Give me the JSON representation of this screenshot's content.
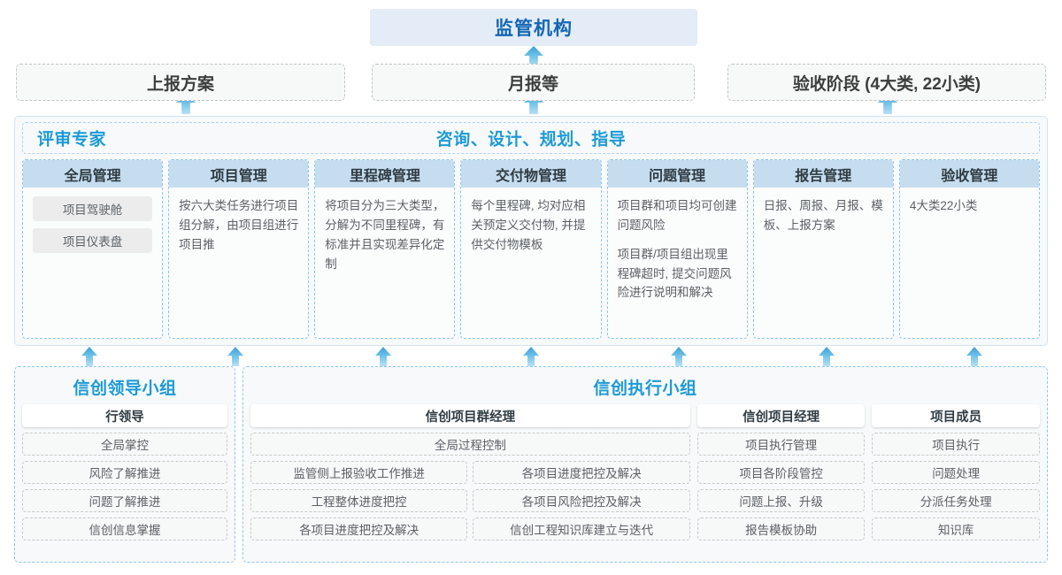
{
  "top": {
    "title": "监管机构"
  },
  "reports": [
    {
      "label": "上报方案"
    },
    {
      "label": "月报等"
    },
    {
      "label": "验收阶段 (4大类, 22小类)"
    }
  ],
  "middle": {
    "label_left": "评审专家",
    "label_center": "咨询、设计、规划、指导",
    "columns": [
      {
        "head": "全局管理",
        "chips": [
          "项目驾驶舱",
          "项目仪表盘"
        ],
        "paras": []
      },
      {
        "head": "项目管理",
        "chips": [],
        "paras": [
          "按六大类任务进行项目组分解，由项目组进行项目推"
        ]
      },
      {
        "head": "里程碑管理",
        "chips": [],
        "paras": [
          "将项目分为三大类型，分解为不同里程碑，有标准并且实现差异化定制"
        ]
      },
      {
        "head": "交付物管理",
        "chips": [],
        "paras": [
          "每个里程碑, 均对应相关预定义交付物, 并提供交付物模板"
        ]
      },
      {
        "head": "问题管理",
        "chips": [],
        "paras": [
          "项目群和项目均可创建问题风险",
          "项目群/项目组出现里程碑超时, 提交问题风险进行说明和解决"
        ]
      },
      {
        "head": "报告管理",
        "chips": [],
        "paras": [
          "日报、周报、月报、模板、上报方案"
        ]
      },
      {
        "head": "验收管理",
        "chips": [],
        "paras": [
          "4大类22小类"
        ]
      }
    ]
  },
  "bottom": {
    "left_group": {
      "title": "信创领导小组",
      "roles": [
        {
          "head": "行领导",
          "items": [
            "全局掌控",
            "风险了解推进",
            "问题了解推进",
            "信创信息掌握"
          ]
        }
      ]
    },
    "right_group": {
      "title": "信创执行小组",
      "pm_group": {
        "head": "信创项目群经理",
        "full_item": "全局过程控制",
        "rows": [
          [
            "监管侧上报验收工作推进",
            "各项目进度把控及解决"
          ],
          [
            "工程整体进度把控",
            "各项目风险把控及解决"
          ],
          [
            "各项目进度把控及解决",
            "信创工程知识库建立与迭代"
          ]
        ]
      },
      "roles": [
        {
          "head": "信创项目经理",
          "items": [
            "项目执行管理",
            "项目各阶段管控",
            "问题上报、升级",
            "报告模板协助"
          ]
        },
        {
          "head": "项目成员",
          "items": [
            "项目执行",
            "问题处理",
            "分派任务处理",
            "知识库"
          ]
        }
      ]
    }
  },
  "colors": {
    "accent": "#1c9ad6",
    "banner_bg": "#e3ecf7",
    "banner_text": "#1366b5",
    "col_head_bg": "#c5ddef"
  }
}
